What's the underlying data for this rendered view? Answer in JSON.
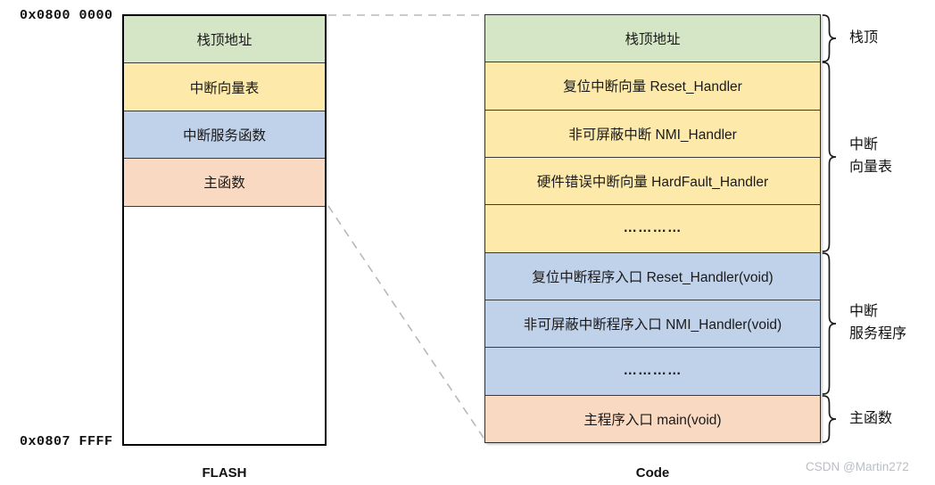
{
  "palette": {
    "green": "#d5e6c6",
    "yellow": "#fde9a9",
    "blue": "#c0d1ea",
    "orange": "#f9d9c2",
    "border": "#1c1c1c",
    "dash": "#b8b8b8",
    "watermark": "#b9bec4"
  },
  "flash": {
    "title": "FLASH",
    "start_address": "0x0800 0000",
    "end_address": "0x0807 FFFF",
    "rows": [
      {
        "label": "栈顶地址",
        "color": "green"
      },
      {
        "label": "中断向量表",
        "color": "yellow"
      },
      {
        "label": "中断服务函数",
        "color": "blue"
      },
      {
        "label": "主函数",
        "color": "orange"
      }
    ]
  },
  "code": {
    "title": "Code",
    "rows": [
      {
        "label": "栈顶地址",
        "color": "green"
      },
      {
        "label": "复位中断向量 Reset_Handler",
        "color": "yellow"
      },
      {
        "label": "非可屏蔽中断 NMI_Handler",
        "color": "yellow"
      },
      {
        "label": "硬件错误中断向量 HardFault_Handler",
        "color": "yellow"
      },
      {
        "label": "…………",
        "color": "yellow"
      },
      {
        "label": "复位中断程序入口 Reset_Handler(void)",
        "color": "blue"
      },
      {
        "label": "非可屏蔽中断程序入口 NMI_Handler(void)",
        "color": "blue"
      },
      {
        "label": "…………",
        "color": "blue"
      },
      {
        "label": "主程序入口 main(void)",
        "color": "orange"
      }
    ]
  },
  "braces": [
    {
      "label": "栈顶"
    },
    {
      "label": "中断\n向量表"
    },
    {
      "label": "中断\n服务程序"
    },
    {
      "label": "主函数"
    }
  ],
  "watermark": "CSDN @Martin272"
}
